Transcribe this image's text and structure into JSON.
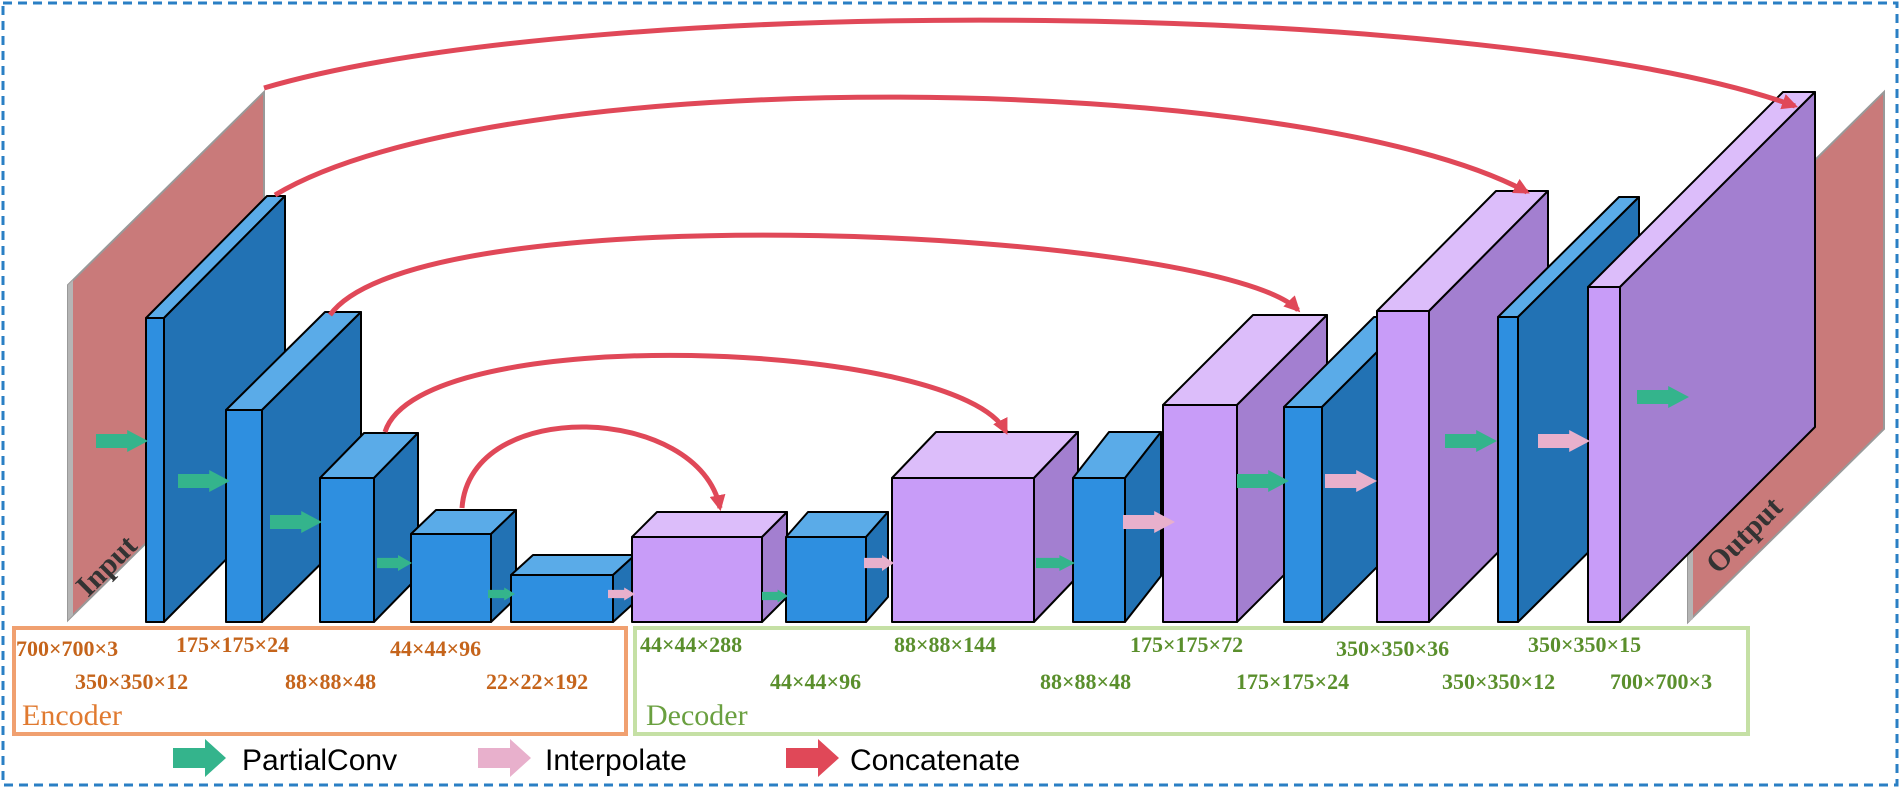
{
  "planes": {
    "input_label": "Input",
    "output_label": "Output",
    "color": "#c97a7a"
  },
  "encoder": {
    "title": "Encoder",
    "color": "#f0a070",
    "dims": [
      "700×700×3",
      "350×350×12",
      "175×175×24",
      "88×88×48",
      "44×44×96",
      "22×22×192"
    ]
  },
  "decoder": {
    "title": "Decoder",
    "color": "#c5e0a5",
    "dims": [
      "44×44×288",
      "44×44×96",
      "88×88×144",
      "88×88×48",
      "175×175×72",
      "175×175×24",
      "350×350×36",
      "350×350×12",
      "350×350×15",
      "700×700×3"
    ]
  },
  "legend": {
    "items": [
      {
        "label": "PartialConv",
        "color": "#34b48c",
        "icon": "green-arrow-icon"
      },
      {
        "label": "Interpolate",
        "color": "#e8b0cc",
        "icon": "pink-arrow-icon"
      },
      {
        "label": "Concatenate",
        "color": "#e04858",
        "icon": "red-arrow-icon"
      }
    ]
  },
  "colors": {
    "conv_front": "#2e8fe0",
    "conv_top": "#5aabe8",
    "conv_side": "#2272b4",
    "up_front": "#c89cf8",
    "up_top": "#dcbdfa",
    "up_side": "#a37fd0",
    "partialconv_arrow": "#34b48c",
    "interpolate_arrow": "#e8b0cc",
    "concat_arrow": "#e04858",
    "frame": "#2a7fc4"
  }
}
